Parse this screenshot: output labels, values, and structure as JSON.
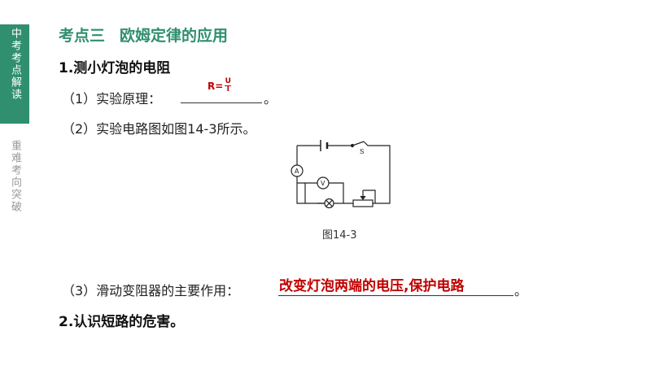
{
  "sidebar": {
    "tabs": [
      {
        "label": "中考考点解读",
        "active": true
      },
      {
        "label": "重难考向突破",
        "active": false
      }
    ]
  },
  "heading": {
    "part1": "考点三",
    "part2": "欧姆定律的应用"
  },
  "section1": {
    "title": "1.测小灯泡的电阻"
  },
  "item1": {
    "text": "（1）实验原理：",
    "answer_prefix": "R=",
    "answer_num": "U",
    "answer_den": "I",
    "tail": "。"
  },
  "item2": {
    "text": "（2）实验电路图如图14-3所示。"
  },
  "figure": {
    "caption": "图14-3",
    "switch_label": "S",
    "ammeter_label": "A",
    "voltmeter_label": "V"
  },
  "item3": {
    "text": "（3）滑动变阻器的主要作用：",
    "answer": "改变灯泡两端的电压,保护电路",
    "tail": "。"
  },
  "section2": {
    "title": "2.认识短路的危害。"
  },
  "colors": {
    "accent": "#2f8f6e",
    "answer": "#c00000"
  }
}
